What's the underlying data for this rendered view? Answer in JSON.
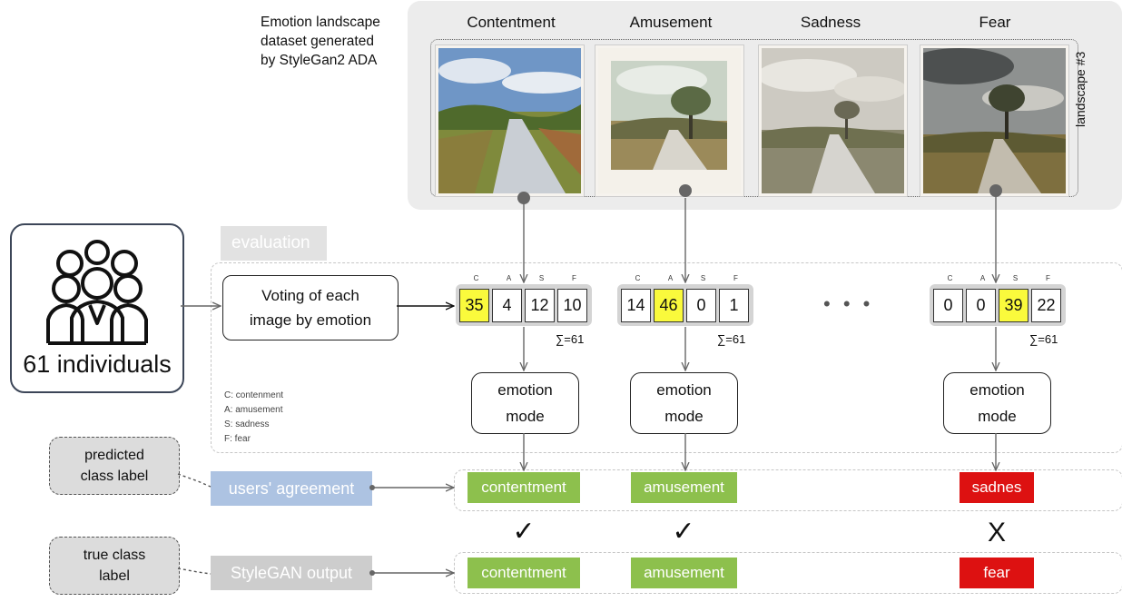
{
  "title": {
    "lines": [
      "Emotion landscape",
      "dataset generated",
      "by StyleGan2 ADA"
    ]
  },
  "landscape_label": "landscape #3",
  "emotions": [
    "Contentment",
    "Amusement",
    "Sadness",
    "Fear"
  ],
  "people": {
    "label": "61 individuals",
    "icon": "group-of-people-icon"
  },
  "evaluation_tab": "evaluation",
  "voting": {
    "lines": [
      "Voting of each",
      "image by emotion"
    ]
  },
  "letters": [
    "C",
    "A",
    "S",
    "F"
  ],
  "votes": [
    {
      "values": [
        "35",
        "4",
        "12",
        "10"
      ],
      "highlight": 0,
      "sum": "∑=61"
    },
    {
      "values": [
        "14",
        "46",
        "0",
        "1"
      ],
      "highlight": 1,
      "sum": "∑=61"
    },
    {
      "values": [
        "0",
        "0",
        "39",
        "22"
      ],
      "highlight": 2,
      "sum": "∑=61"
    }
  ],
  "ellipsis": "• • •",
  "mode_box": {
    "line1": "emotion",
    "line2": "mode"
  },
  "legend": [
    "C: contenment",
    "A: amusement",
    "S: sadness",
    "F: fear"
  ],
  "predicted_bubble": {
    "lines": [
      "predicted",
      "class label"
    ]
  },
  "true_bubble": {
    "lines": [
      "true class",
      "label"
    ]
  },
  "agreement": {
    "label": "users' agreement",
    "color": "#adc3e2",
    "values": [
      "contentment",
      "amusement",
      "sadnes"
    ]
  },
  "styleGAN": {
    "label": "StyleGAN output",
    "color": "#cdcdcd",
    "values": [
      "contentment",
      "amusement",
      "fear"
    ]
  },
  "marks": [
    "✓",
    "✓",
    "X"
  ],
  "colors": {
    "match": "#8dc04d",
    "mismatch": "#dd1111",
    "highlight": "#fafa3c"
  }
}
